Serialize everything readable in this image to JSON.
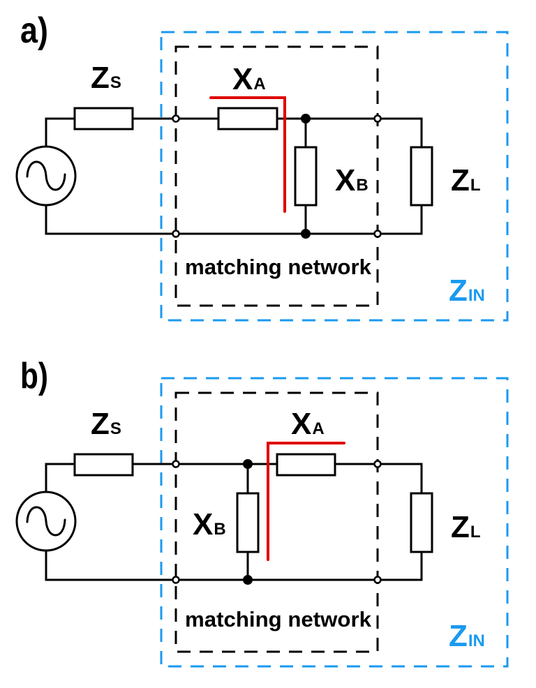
{
  "colors": {
    "wire": "#000000",
    "highlight": "#e00000",
    "input_box": "#1a9af0"
  },
  "panels": [
    {
      "id": "a",
      "label": "a)",
      "topology": "series X_A then shunt X_B (shunt element on load side)",
      "source": {
        "icon": "ac-source-icon"
      },
      "zs": {
        "main": "Z",
        "sub": "S"
      },
      "xa": {
        "main": "X",
        "sub": "A"
      },
      "xb": {
        "main": "X",
        "sub": "B"
      },
      "zl": {
        "main": "Z",
        "sub": "L"
      },
      "zin": {
        "main": "Z",
        "sub": "IN"
      },
      "matching_network_label": "matching network"
    },
    {
      "id": "b",
      "label": "b)",
      "topology": "shunt X_B then series X_A (shunt element on source side)",
      "source": {
        "icon": "ac-source-icon"
      },
      "zs": {
        "main": "Z",
        "sub": "S"
      },
      "xa": {
        "main": "X",
        "sub": "A"
      },
      "xb": {
        "main": "X",
        "sub": "B"
      },
      "zl": {
        "main": "Z",
        "sub": "L"
      },
      "zin": {
        "main": "Z",
        "sub": "IN"
      },
      "matching_network_label": "matching network"
    }
  ]
}
